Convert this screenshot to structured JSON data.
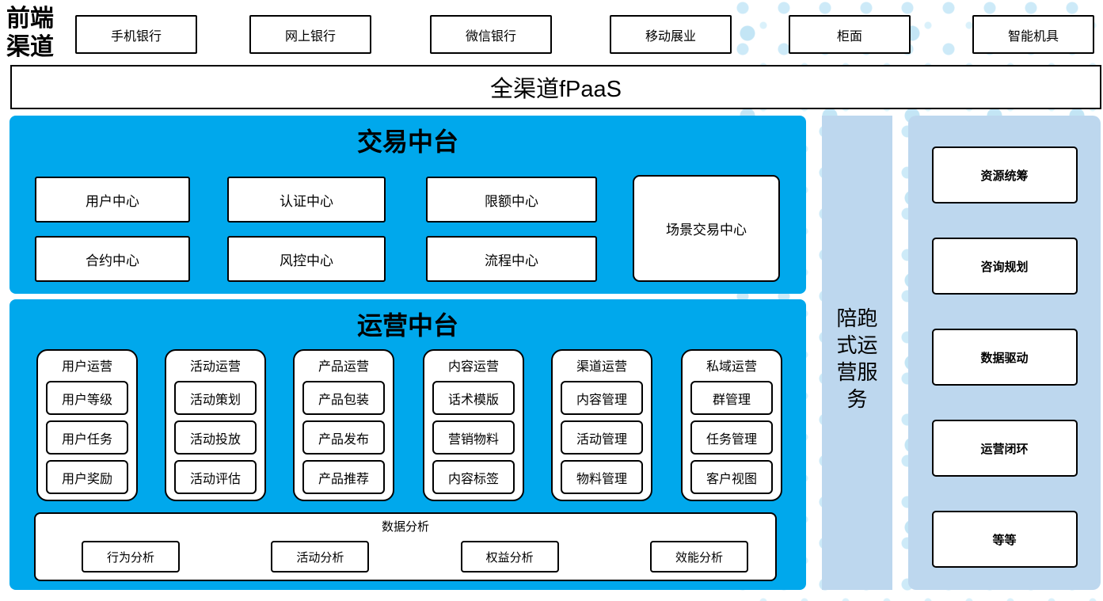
{
  "front_channels": {
    "label": "前端渠道",
    "items": [
      "手机银行",
      "网上银行",
      "微信银行",
      "移动展业",
      "柜面",
      "智能机具"
    ]
  },
  "fpaas": {
    "label": "全渠道fPaaS"
  },
  "trade_platform": {
    "title": "交易中台",
    "centers": [
      "用户中心",
      "认证中心",
      "限额中心",
      "合约中心",
      "风控中心",
      "流程中心"
    ],
    "scene_center": "场景交易中心"
  },
  "ops_platform": {
    "title": "运营中台",
    "columns": [
      {
        "title": "用户运营",
        "items": [
          "用户等级",
          "用户任务",
          "用户奖励"
        ]
      },
      {
        "title": "活动运营",
        "items": [
          "活动策划",
          "活动投放",
          "活动评估"
        ]
      },
      {
        "title": "产品运营",
        "items": [
          "产品包装",
          "产品发布",
          "产品推荐"
        ]
      },
      {
        "title": "内容运营",
        "items": [
          "话术模版",
          "营销物料",
          "内容标签"
        ]
      },
      {
        "title": "渠道运营",
        "items": [
          "内容管理",
          "活动管理",
          "物料管理"
        ]
      },
      {
        "title": "私域运营",
        "items": [
          "群管理",
          "任务管理",
          "客户视图"
        ]
      }
    ],
    "data_analysis": {
      "title": "数据分析",
      "items": [
        "行为分析",
        "活动分析",
        "权益分析",
        "效能分析"
      ]
    }
  },
  "service_bar": {
    "label": "陪跑式运营服务"
  },
  "service_panel": {
    "items": [
      "资源统筹",
      "咨询规划",
      "数据驱动",
      "运营闭环",
      "等等"
    ]
  },
  "colors": {
    "accent_blue": "#00A8EC",
    "light_blue": "#BDD7EE",
    "dot_blue": "#CDEAF8",
    "border_black": "#000000"
  }
}
